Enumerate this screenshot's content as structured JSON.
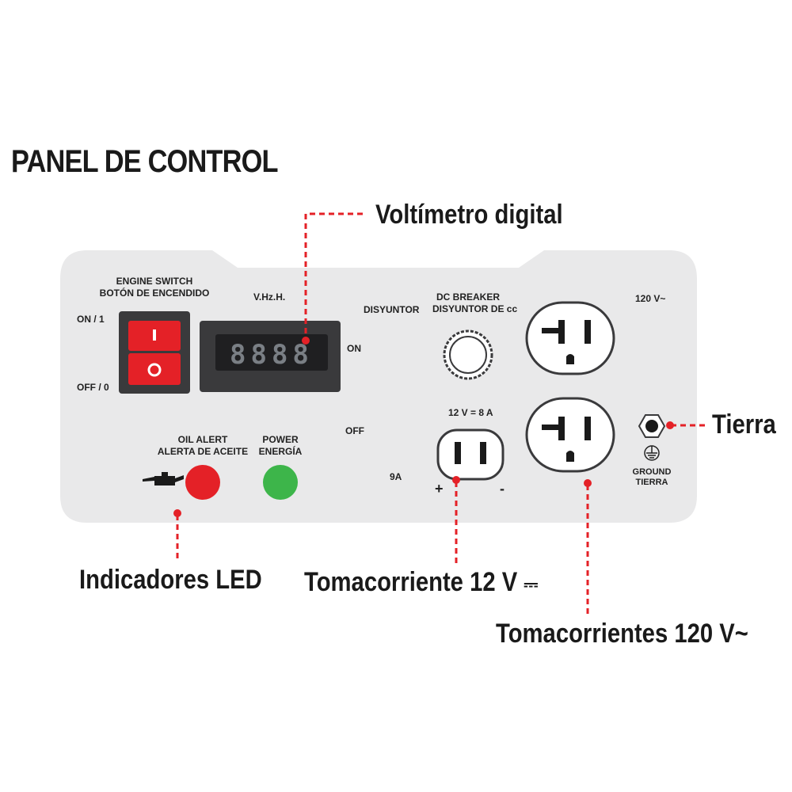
{
  "title": "PANEL DE CONTROL",
  "callouts": {
    "voltmeter": "Voltímetro digital",
    "ground": "Tierra",
    "leds": "Indicadores LED",
    "outlet_12v": "Tomacorriente 12 V",
    "outlet_12v_symbol": "⎓",
    "outlets_120v": "Tomacorrientes 120 V~"
  },
  "panel": {
    "engine_switch": "ENGINE SWITCH",
    "engine_switch_es": "BOTÓN DE ENCENDIDO",
    "on_label": "ON / 1",
    "off_label": "OFF / 0",
    "switch_on_mark": "I",
    "switch_off_mark": "O",
    "vhzh": "V.Hz.H.",
    "display_value": "8888",
    "meter_on": "ON",
    "meter_off": "OFF",
    "disyuntor": "DISYUNTOR",
    "dc_breaker": "DC BREAKER",
    "dc_breaker_es": "DISYUNTOR DE cc",
    "ac_label": "120 V~",
    "dc_rating": "12 V = 8 A",
    "breaker_amps": "9A",
    "plus": "+",
    "minus": "-",
    "oil_alert": "OIL ALERT",
    "oil_alert_es": "ALERTA DE ACEITE",
    "power": "POWER",
    "power_es": "ENERGÍA",
    "ground": "GROUND",
    "ground_es": "TIERRA"
  },
  "colors": {
    "panel": "#e9e9ea",
    "accent_red": "#e42127",
    "led_red": "#e42127",
    "led_green": "#3db54a",
    "dark": "#3a3a3c"
  },
  "icons": [
    "oil-can-icon",
    "ground-symbol-icon"
  ]
}
